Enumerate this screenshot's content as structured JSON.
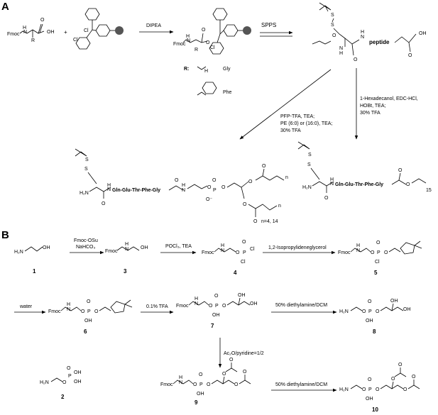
{
  "panels": {
    "a": "A",
    "b": "B"
  },
  "panel_a": {
    "fmoc_aa": {
      "fmoc": "Fmoc",
      "n": "N",
      "h": "H",
      "r": "R",
      "oh": "OH",
      "o": "O"
    },
    "plus": "+",
    "resin": {
      "cl1": "Cl",
      "cl2": "Cl"
    },
    "reagent_dipea": "DIPEA",
    "loaded": {
      "fmoc": "Fmoc",
      "n": "N",
      "h": "H",
      "r": "R",
      "o": "O",
      "cl": "Cl"
    },
    "r_label": "R:",
    "r_h": "H",
    "gly": "Gly",
    "phe": "Phe",
    "spps": "SPPS",
    "peptide_main": {
      "s1": "S",
      "s2": "S",
      "o1": "O",
      "n1": "N",
      "h1": "H",
      "o2": "O",
      "n2": "N",
      "h2": "H",
      "peptide": "peptide",
      "oh": "OH",
      "o3": "O"
    },
    "cond_right": [
      "1-Hexadecanol, EDC-HCl,",
      "HOBt, TEA;",
      "30% TFA"
    ],
    "cond_left": [
      "PFP-TFA, TEA;",
      "PE (6:0) or (16:0), TEA;",
      "30% TFA"
    ],
    "lipopeptide": {
      "s1": "S",
      "s2": "S",
      "h2n": "H₂N",
      "h": "H",
      "n": "N",
      "o": "O",
      "seq": "Gln-Glu-Thr-Phe-Gly",
      "o2": "O",
      "p": "P",
      "o_minus": "O⁻",
      "n_sub": "n",
      "note": "n=4, 14"
    },
    "hexadecyl": {
      "s1": "S",
      "s2": "S",
      "h2n": "H₂N",
      "h": "H",
      "n": "N",
      "o": "O",
      "seq": "Gln-Glu-Thr-Phe-Gly",
      "o2": "O",
      "sub": "15"
    }
  },
  "panel_b": {
    "c1": {
      "label": "1",
      "h2n": "H₂N",
      "oh": "OH"
    },
    "step1": [
      "Fmoc-OSu",
      "NaHCO₃"
    ],
    "c3": {
      "label": "3",
      "fmoc": "Fmoc",
      "n": "N",
      "h": "H",
      "oh": "OH"
    },
    "step2": "POCl₃, TEA",
    "c4": {
      "label": "4",
      "fmoc": "Fmoc",
      "n": "N",
      "h": "H",
      "o": "O",
      "p": "P",
      "cl1": "Cl",
      "cl2": "Cl"
    },
    "step3": "1,2-Isopropylideneglycerol",
    "c5": {
      "label": "5",
      "fmoc": "Fmoc",
      "n": "N",
      "h": "H",
      "o": "O",
      "p": "P",
      "cl": "Cl"
    },
    "step4": "water",
    "c6": {
      "label": "6",
      "fmoc": "Fmoc",
      "n": "N",
      "h": "H",
      "o": "O",
      "p": "P",
      "oh": "OH"
    },
    "step5": "0.1% TFA",
    "c7": {
      "label": "7",
      "fmoc": "Fmoc",
      "n": "N",
      "h": "H",
      "o": "O",
      "p": "P",
      "oh": "OH"
    },
    "step6": "50% diethylamine/DCM",
    "c8": {
      "label": "8",
      "h2n": "H₂N",
      "o": "O",
      "p": "P",
      "oh": "OH"
    },
    "step7": "Ac₂O/pyridine=1/2",
    "c2": {
      "label": "2",
      "h2n": "H₂N",
      "o": "O",
      "p": "P",
      "oh": "OH"
    },
    "c9": {
      "label": "9",
      "fmoc": "Fmoc",
      "n": "N",
      "h": "H",
      "o": "O",
      "p": "P",
      "oh": "OH"
    },
    "step8": "50% diethylamine/DCM",
    "c10": {
      "label": "10",
      "h2n": "H₂N",
      "o": "O",
      "p": "P",
      "oh": "OH"
    }
  }
}
